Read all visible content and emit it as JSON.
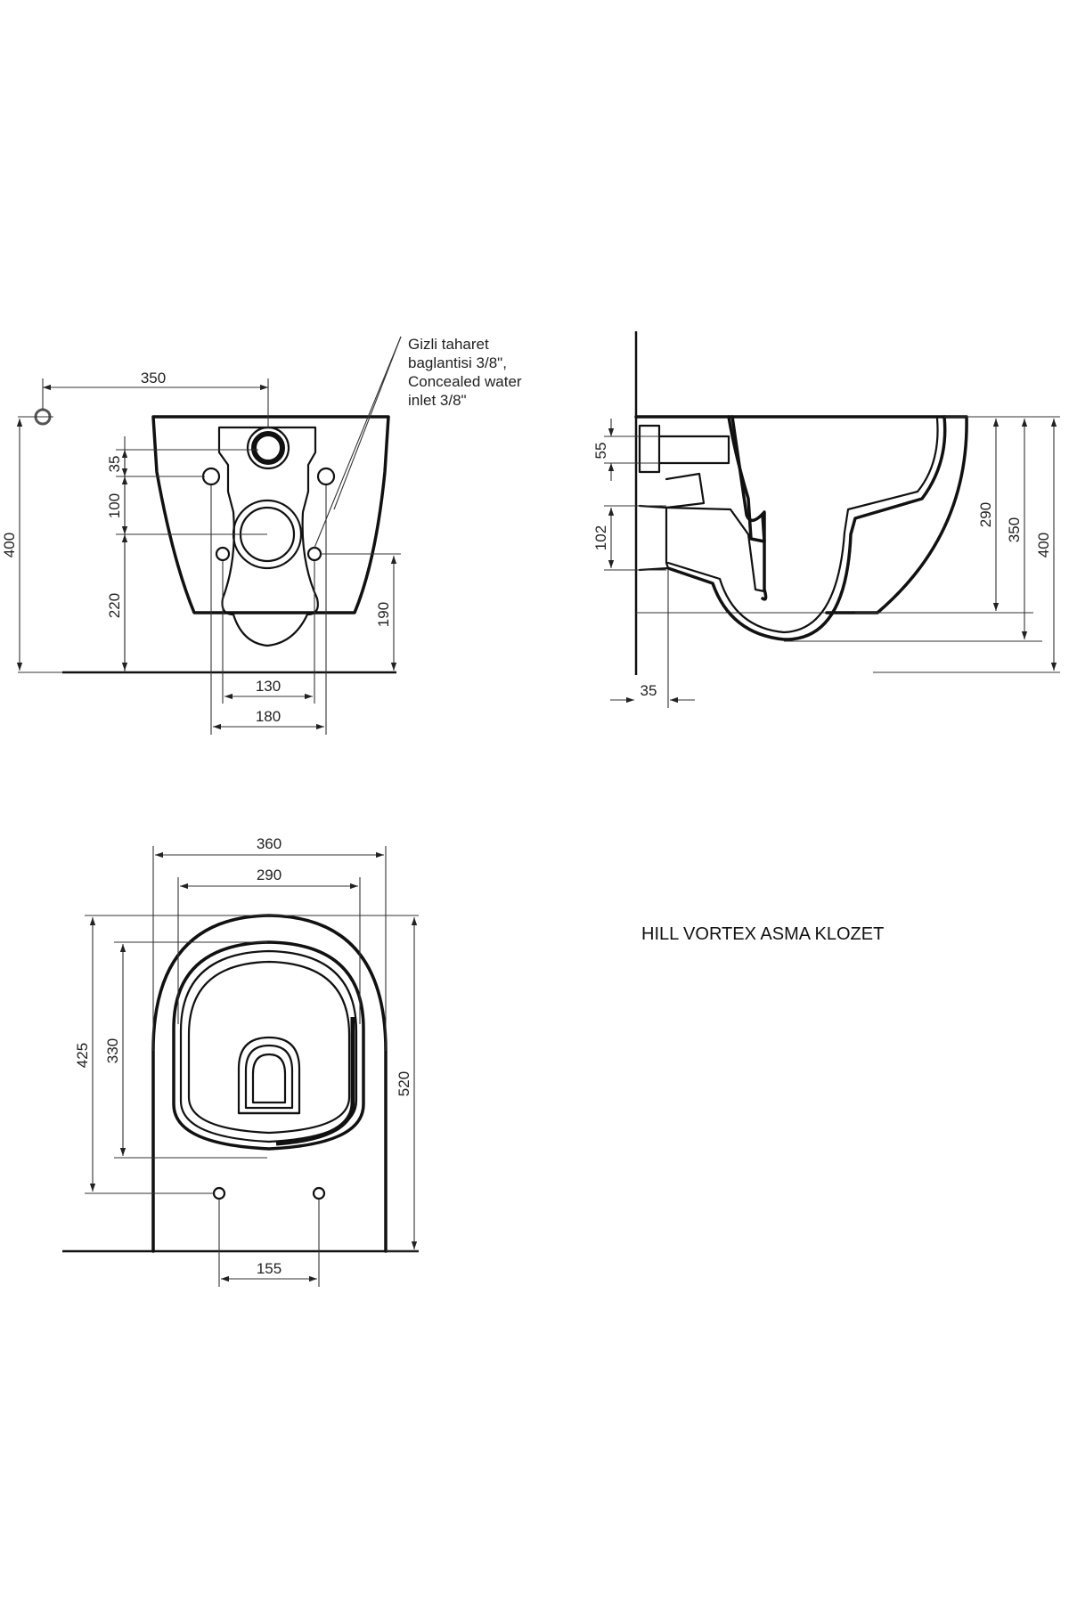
{
  "title": "HILL VORTEX ASMA KLOZET",
  "annotation": {
    "line1": "Gizli taharet",
    "line2": "baglantisi 3/8\",",
    "line3": "Concealed water",
    "line4": "inlet 3/8\""
  },
  "front_view": {
    "dims": {
      "width_350": "350",
      "height_400": "400",
      "gap_35": "35",
      "gap_100": "100",
      "height_220": "220",
      "height_190": "190",
      "width_130": "130",
      "width_180": "180"
    }
  },
  "side_view": {
    "dims": {
      "gap_55": "55",
      "gap_102": "102",
      "height_290": "290",
      "height_350": "350",
      "height_400": "400",
      "depth_35": "35"
    }
  },
  "top_view": {
    "dims": {
      "width_360": "360",
      "width_290": "290",
      "length_425": "425",
      "length_330": "330",
      "length_520": "520",
      "spacing_155": "155"
    }
  }
}
